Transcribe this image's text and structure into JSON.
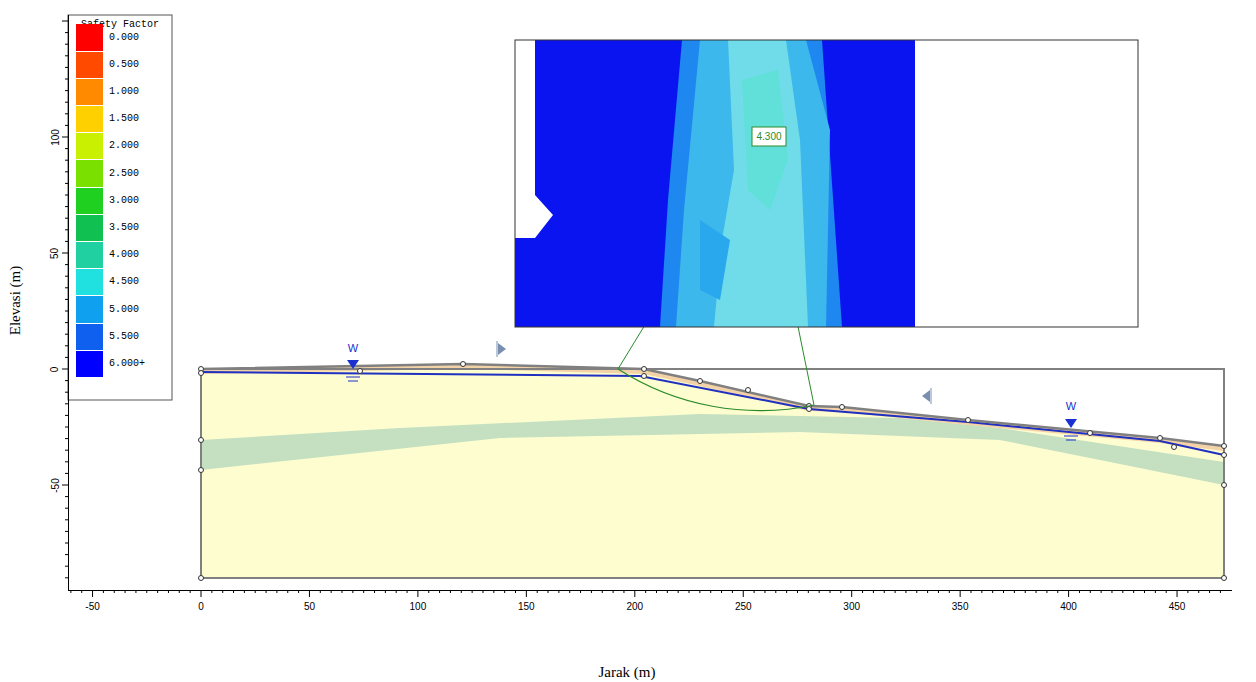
{
  "diagram": {
    "labels": [
      "Safety Factor",
      "4.300",
      "W",
      "W",
      "Elevasi (m)",
      "Jarak (m)",
      "-50",
      "0",
      "50",
      "100",
      "150",
      "200",
      "250",
      "300",
      "350",
      "400",
      "450",
      "100",
      "50",
      "0",
      "-50"
    ],
    "legend": [
      {
        "text": "0.000",
        "color": "#ff0000"
      },
      {
        "text": "0.500",
        "color": "#ff4a00"
      },
      {
        "text": "1.000",
        "color": "#ff8a00"
      },
      {
        "text": "1.500",
        "color": "#ffd000"
      },
      {
        "text": "2.000",
        "color": "#c8f000"
      },
      {
        "text": "2.500",
        "color": "#7ae000"
      },
      {
        "text": "3.000",
        "color": "#20d020"
      },
      {
        "text": "3.500",
        "color": "#10c050"
      },
      {
        "text": "4.000",
        "color": "#20d0a0"
      },
      {
        "text": "4.500",
        "color": "#20e0e0"
      },
      {
        "text": "5.000",
        "color": "#10a0f0"
      },
      {
        "text": "5.500",
        "color": "#1060f0"
      },
      {
        "text": "6.000+",
        "color": "#0000ff"
      }
    ]
  }
}
